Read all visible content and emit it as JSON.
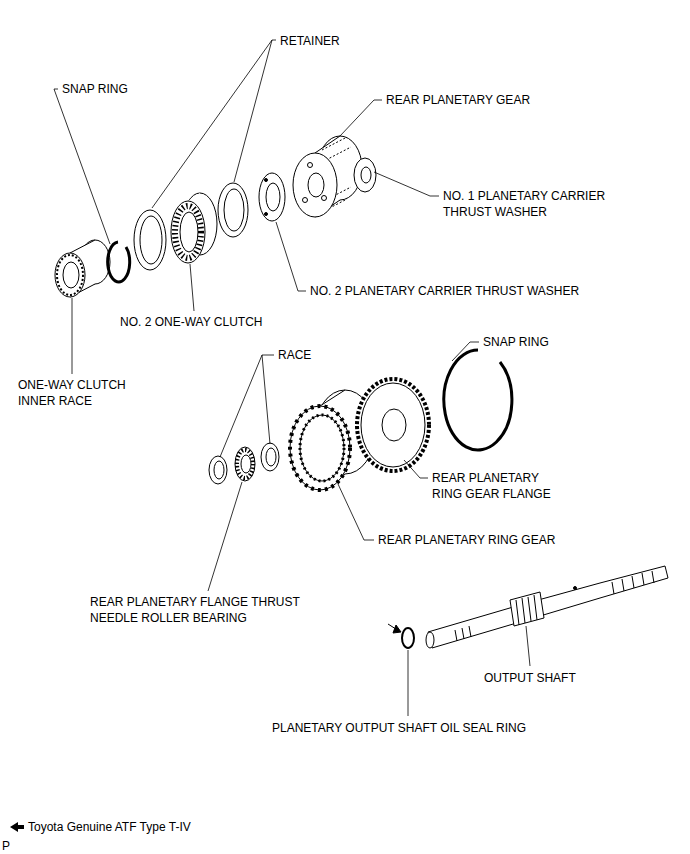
{
  "diagram": {
    "labels": [
      "RETAINER",
      "SNAP RING",
      "REAR PLANETARY GEAR",
      "NO. 1 PLANETARY CARRIER THRUST WASHER",
      "NO. 2 PLANETARY CARRIER THRUST WASHER",
      "NO. 2 ONE-WAY CLUTCH",
      "ONE-WAY CLUTCH INNER RACE",
      "RACE",
      "SNAP RING",
      "REAR PLANETARY RING GEAR FLANGE",
      "REAR PLANETARY RING GEAR",
      "REAR PLANETARY FLANGE THRUST NEEDLE ROLLER BEARING",
      "OUTPUT SHAFT",
      "PLANETARY OUTPUT SHAFT OIL SEAL RING",
      "P"
    ],
    "legend": [
      {
        "text": "Toyota Genuine ATF Type T-IV"
      }
    ]
  }
}
